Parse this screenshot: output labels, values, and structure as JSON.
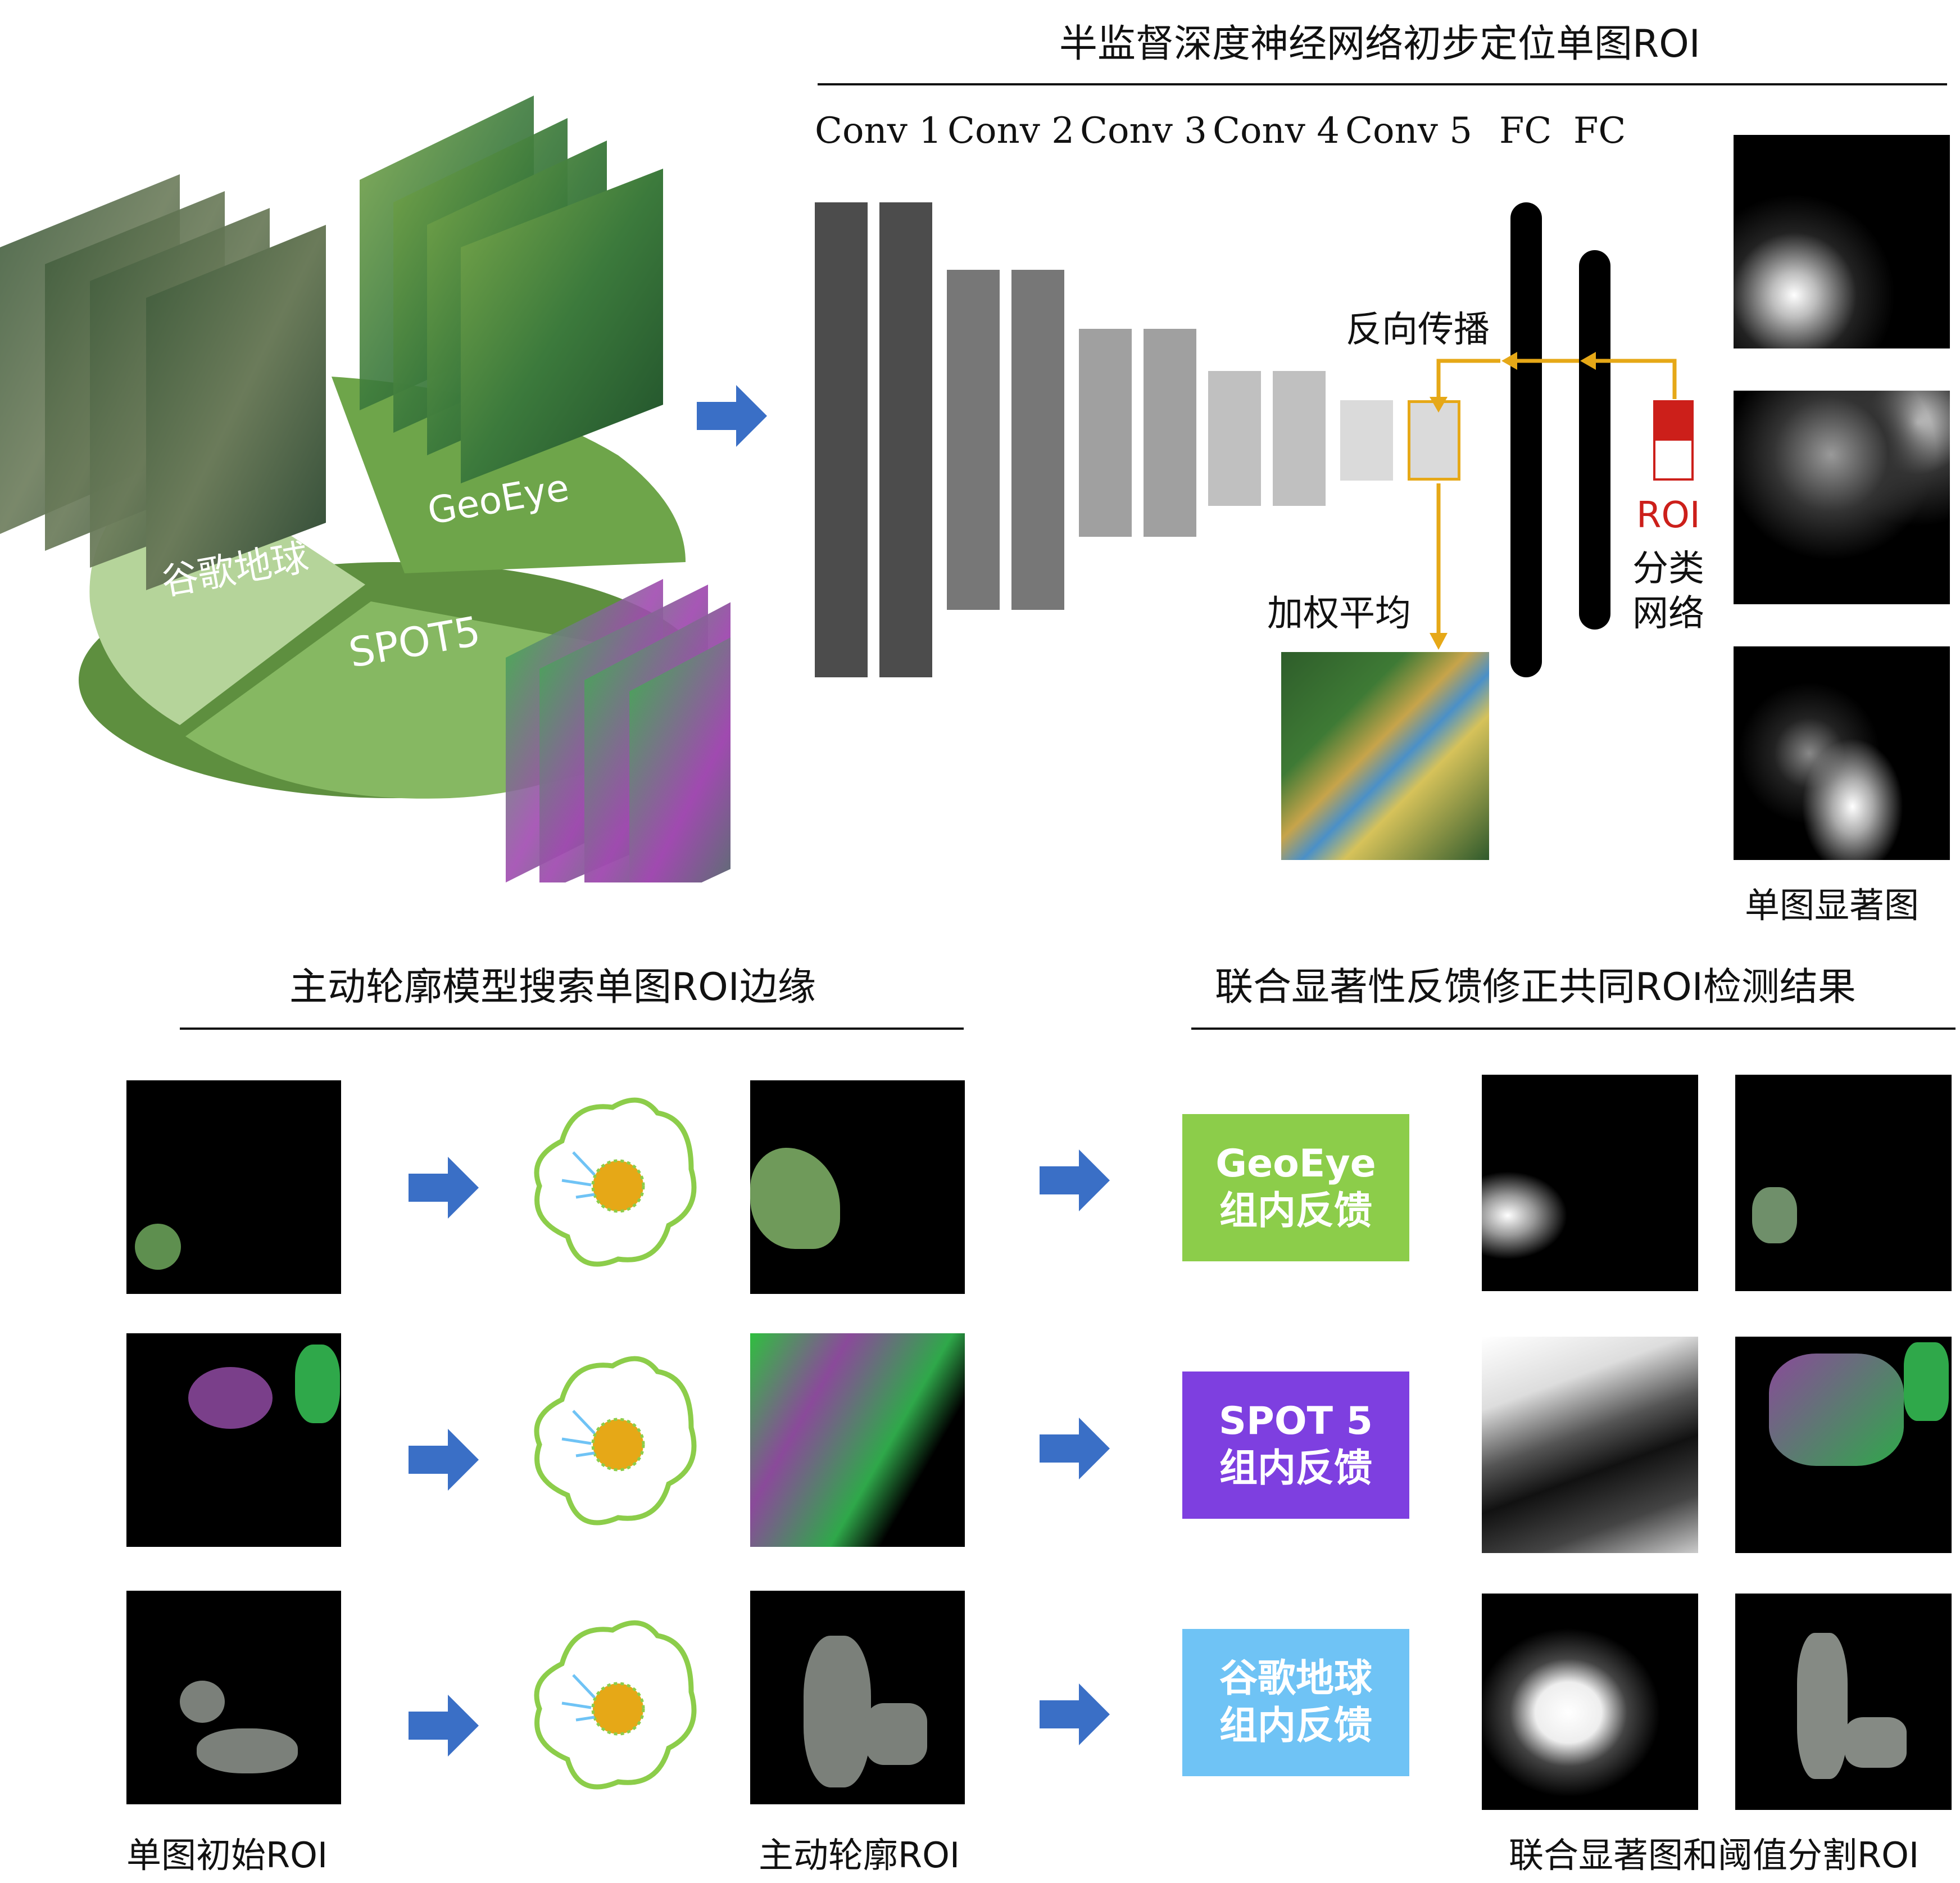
{
  "sections": {
    "cnn_title": "半监督深度神经网络初步定位单图ROI",
    "acm_title": "主动轮廓模型搜索单图ROI边缘",
    "fusion_title": "联合显著性反馈修正共同ROI检测结果"
  },
  "pie": {
    "slices": [
      {
        "label": "谷歌地球"
      },
      {
        "label": "GeoEye"
      },
      {
        "label": "SPOT5"
      }
    ]
  },
  "cnn": {
    "layers": [
      "Conv 1",
      "Conv 2",
      "Conv 3",
      "Conv 4",
      "Conv 5",
      "FC",
      "FC"
    ],
    "backprop_label": "反向传播",
    "weighted_avg_label": "加权平均",
    "roi_label": "ROI",
    "classifier_label_1": "分类",
    "classifier_label_2": "网络",
    "saliency_caption": "单图显著图"
  },
  "rows": [
    {
      "feedback_line1": "GeoEye",
      "feedback_line2": "组内反馈",
      "color": "#8ccd4a"
    },
    {
      "feedback_line1": "SPOT 5",
      "feedback_line2": "组内反馈",
      "color": "#7e3fe0"
    },
    {
      "feedback_line1": "谷歌地球",
      "feedback_line2": "组内反馈",
      "color": "#6fc3f5"
    }
  ],
  "captions": {
    "initial_roi": "单图初始ROI",
    "active_contour_roi": "主动轮廓ROI",
    "joint_saliency": "联合显著图和阈值分割ROI"
  },
  "colors": {
    "arrow_blue": "#3a6fc6",
    "backprop_orange": "#e6a817",
    "roi_red": "#cc1f1a",
    "pie_dark": "#6ea54a",
    "pie_mid": "#86b862",
    "pie_light": "#b5d49a"
  }
}
